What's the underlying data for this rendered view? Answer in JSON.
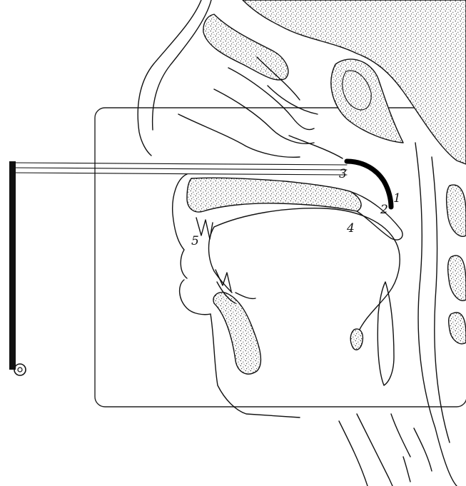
{
  "labels": {
    "l1": "1",
    "l2": "2",
    "l3": "3",
    "l4": "4",
    "l5": "5"
  }
}
